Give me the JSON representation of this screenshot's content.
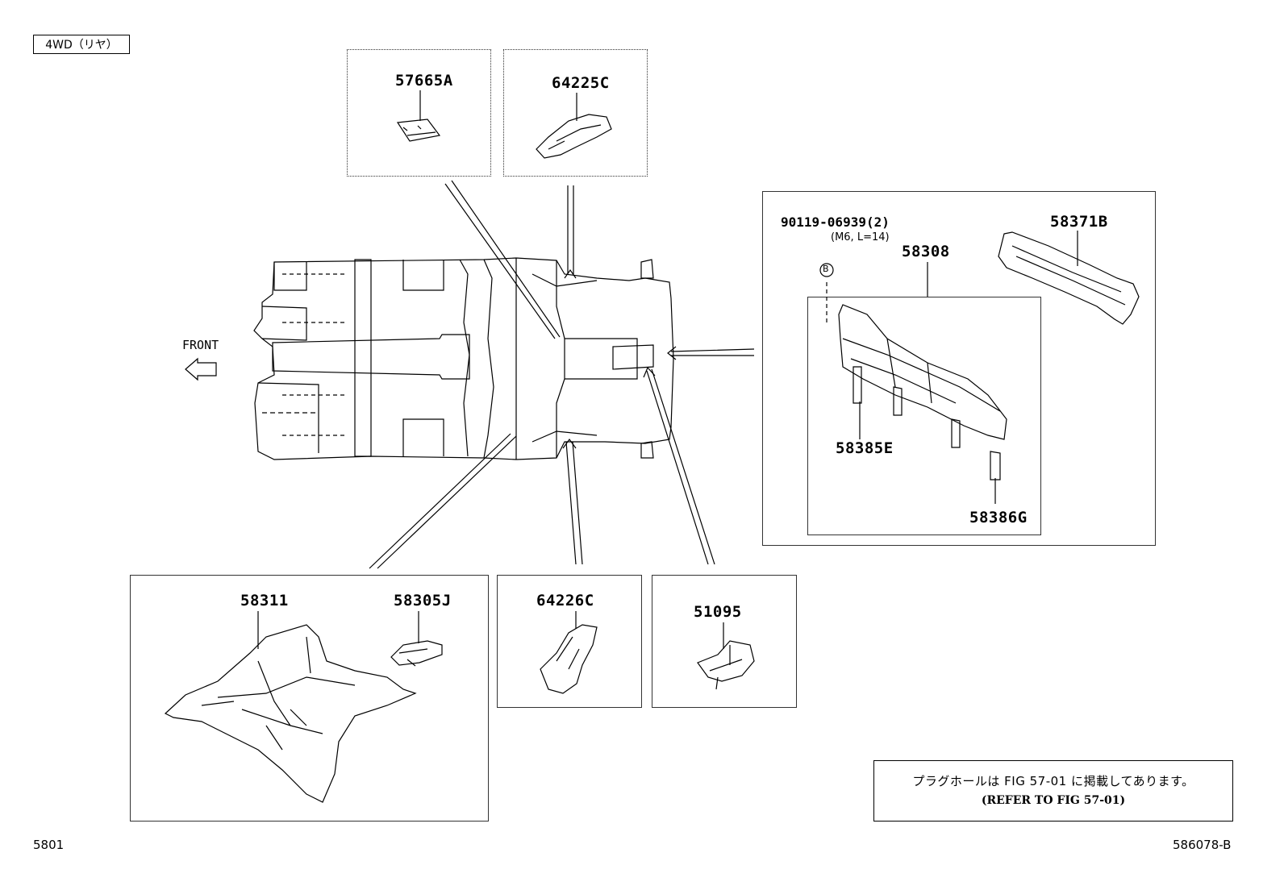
{
  "header": {
    "variant": "4WD（リヤ）"
  },
  "direction": {
    "front_label": "FRONT"
  },
  "parts": {
    "p57665a": "57665A",
    "p64225c": "64225C",
    "p90119": "90119-06939(2)",
    "p90119_spec": "(M6, L=14)",
    "p90119_ref": "B",
    "p58308": "58308",
    "p58371b": "58371B",
    "p58385e": "58385E",
    "p58386g": "58386G",
    "p58311": "58311",
    "p58305j": "58305J",
    "p64226c": "64226C",
    "p51095": "51095"
  },
  "note": {
    "japanese": "プラグホールは FIG 57-01 に掲載してあります。",
    "english": "(REFER TO FIG 57-01)"
  },
  "footer": {
    "left_code": "5801",
    "right_code": "586078-B"
  },
  "colors": {
    "line": "#000000",
    "panel_border": "#333333",
    "background": "#ffffff"
  }
}
